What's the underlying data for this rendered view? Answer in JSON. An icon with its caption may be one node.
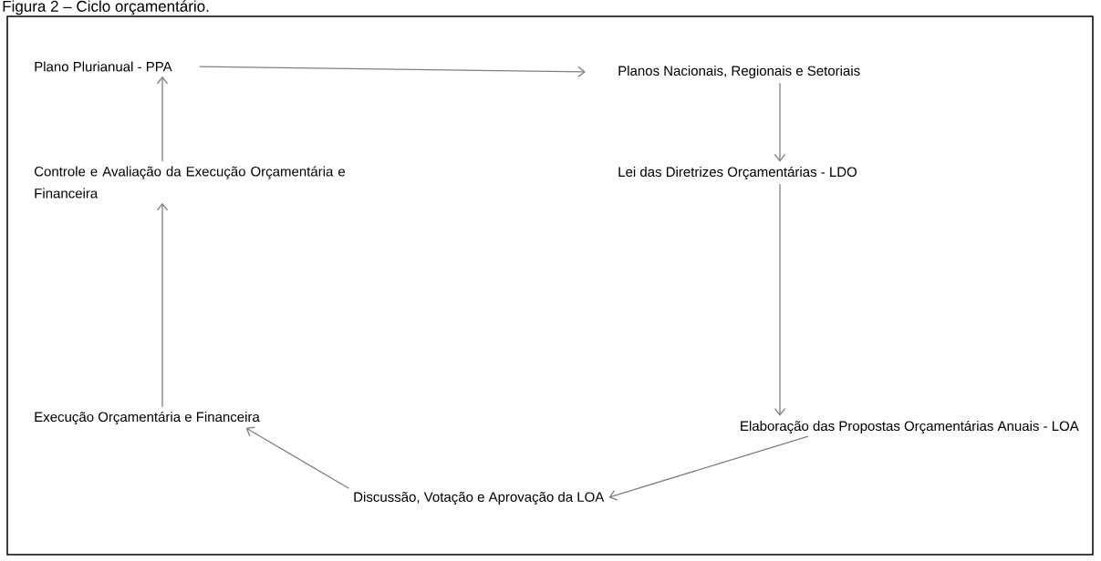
{
  "diagram": {
    "title": "Figura 2 – Ciclo orçamentário.",
    "nodes": [
      {
        "text": [
          "Plano Plurianual - PPA"
        ]
      },
      {
        "text": [
          "Planos Nacionais, Regionais e Setoriais"
        ]
      },
      {
        "text": [
          "Lei das Diretrizes Orçamentárias - LDO"
        ]
      },
      {
        "text": [
          "Elaboração das Propostas Orçamentárias Anuais - LOA"
        ]
      },
      {
        "text": [
          "Discussão, Votação e Aprovação da LOA"
        ]
      },
      {
        "text": [
          "Execução Orçamentária e Financeira"
        ]
      },
      {
        "text": [
          "Controle e Avaliação da Execução Orçamentária e Financeira"
        ]
      }
    ],
    "edges": [
      {
        "from": 0,
        "to": 1,
        "arrow": "to"
      },
      {
        "from": 1,
        "to": 2,
        "arrow": "to"
      },
      {
        "from": 2,
        "to": 3,
        "arrow": "to"
      },
      {
        "from": 3,
        "to": 4,
        "arrow": "to"
      },
      {
        "from": 4,
        "to": 5,
        "arrow": "to"
      },
      {
        "from": 5,
        "to": 6,
        "arrow": "to"
      },
      {
        "from": 6,
        "to": 0,
        "arrow": "to"
      }
    ]
  }
}
